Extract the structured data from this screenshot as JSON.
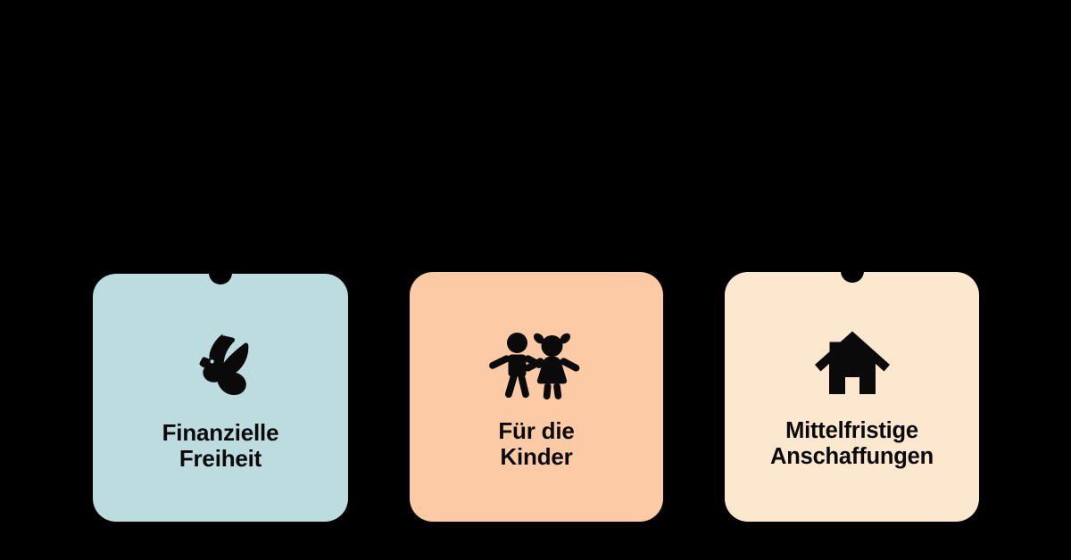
{
  "page": {
    "background_color": "#000000",
    "text_color": "#0a0a0a"
  },
  "cards": [
    {
      "id": "finanzielle-freiheit",
      "label": "Finanzielle\nFreiheit",
      "icon": "dove-icon",
      "background_color": "#BCDCE0",
      "has_notch": true
    },
    {
      "id": "fuer-die-kinder",
      "label": "Für die\nKinder",
      "icon": "children-icon",
      "background_color": "#FCCBA6",
      "has_notch": false
    },
    {
      "id": "mittelfristige-anschaffungen",
      "label": "Mittelfristige\nAnschaffungen",
      "icon": "house-icon",
      "background_color": "#FCE8CE",
      "has_notch": true
    }
  ]
}
